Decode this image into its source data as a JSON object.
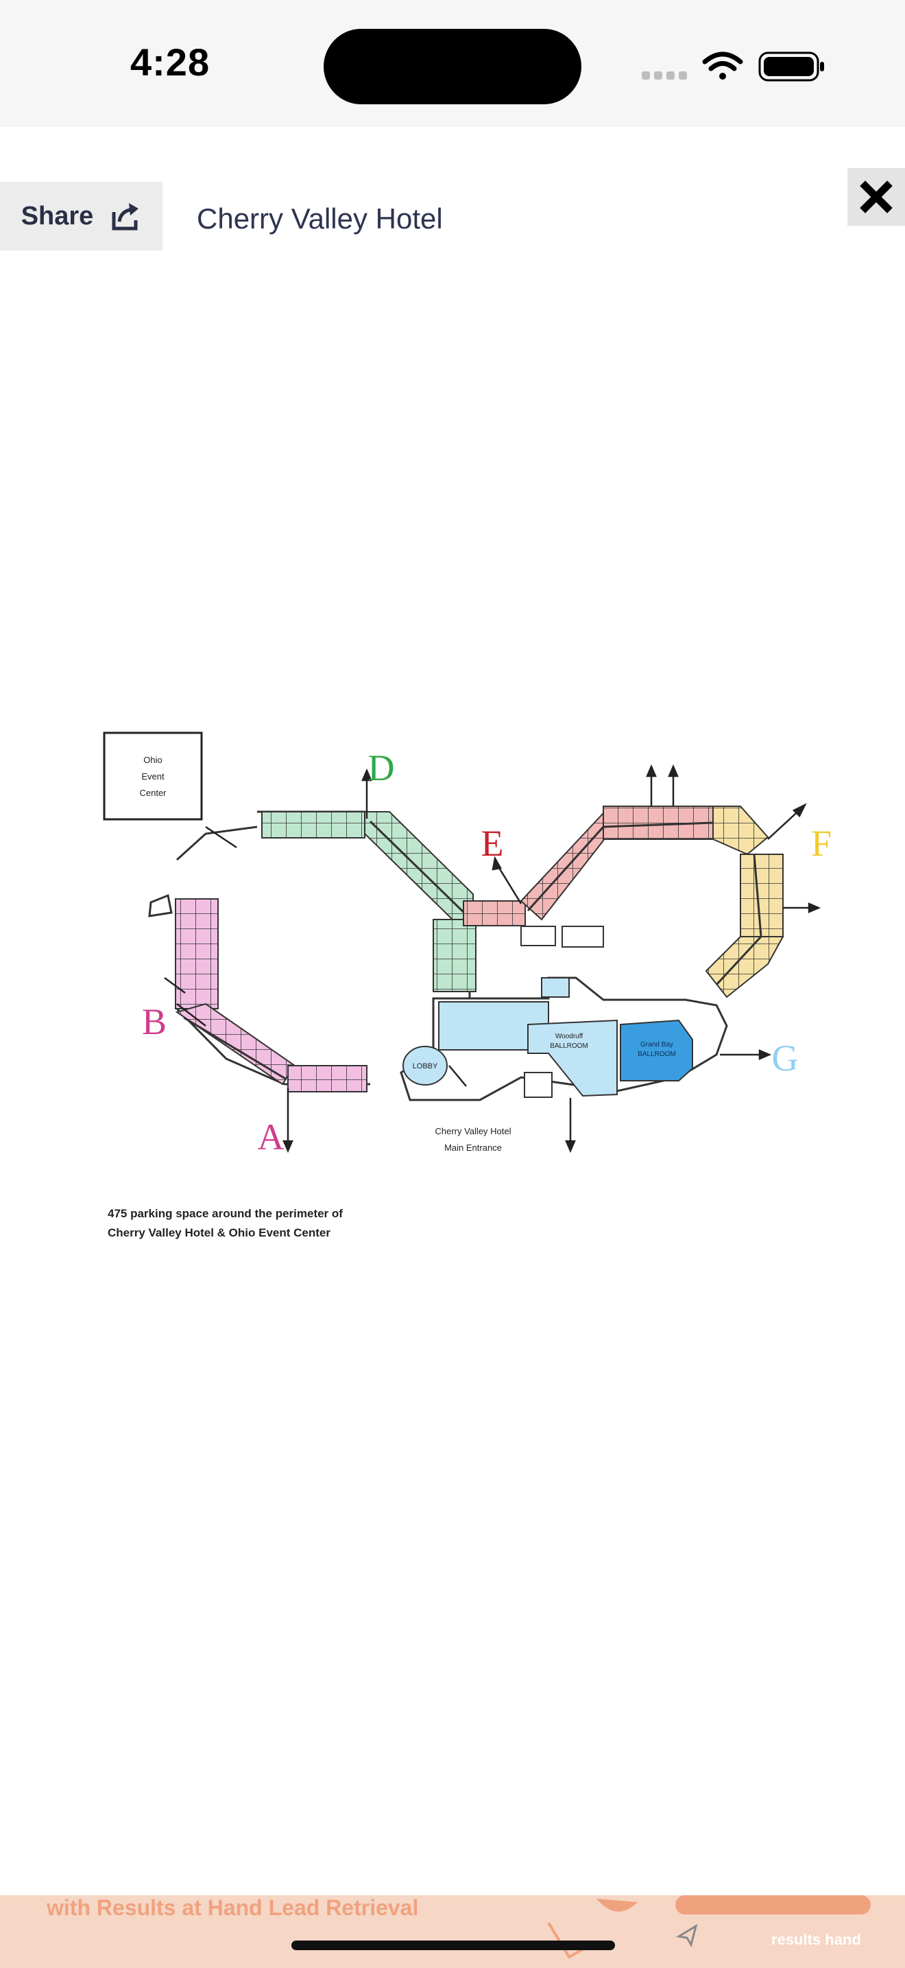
{
  "status_bar": {
    "time": "4:28",
    "icons": [
      "signal-dots-icon",
      "wifi-icon",
      "battery-icon"
    ]
  },
  "header": {
    "share_label": "Share",
    "share_icon": "share-export-icon",
    "title": "Cherry Valley Hotel",
    "close_icon": "close-x-icon"
  },
  "map": {
    "ohio_event_center": [
      "Ohio",
      "Event",
      "Center"
    ],
    "regions": {
      "A": {
        "label": "A",
        "color": "#d03d8c"
      },
      "B": {
        "label": "B",
        "color": "#d03d8c"
      },
      "D": {
        "label": "D",
        "color": "#2ea84a"
      },
      "E": {
        "label": "E",
        "color": "#c8202a"
      },
      "F": {
        "label": "F",
        "color": "#f2cc30"
      },
      "G": {
        "label": "G",
        "color": "#8fd0f0"
      }
    },
    "lobby_label": "LOBBY",
    "ballroom_1": [
      "Woodruff",
      "BALLROOM"
    ],
    "ballroom_2": [
      "Grand Bay",
      "BALLROOM"
    ],
    "main_entrance": [
      "Cherry Valley Hotel",
      "Main Entrance"
    ],
    "parking_note": [
      "475 parking space around the perimeter of",
      "Cherry Valley Hotel & Ohio Event Center"
    ]
  },
  "ad": {
    "text": "with Results at Hand Lead Retrieval",
    "logo": "results hand"
  }
}
